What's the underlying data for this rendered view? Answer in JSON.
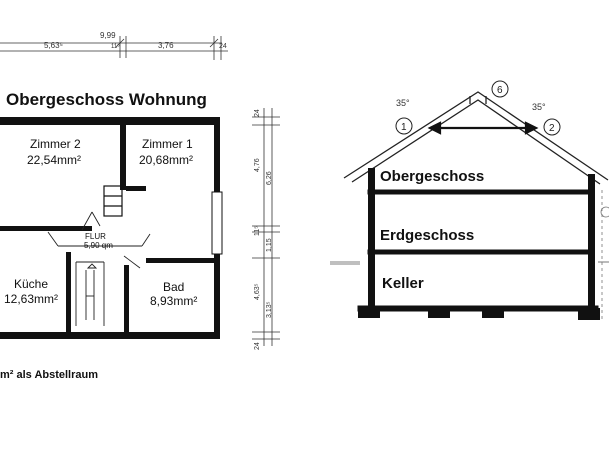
{
  "floorplan": {
    "title": "Obergeschoss Wohnung",
    "rooms": [
      {
        "name": "Zimmer 2",
        "area": "22,54mm²"
      },
      {
        "name": "Zimmer 1",
        "area": "20,68mm²"
      },
      {
        "name": "Küche",
        "area": "12,63mm²"
      },
      {
        "name": "Bad",
        "area": "8,93mm²"
      }
    ],
    "flur": {
      "name": "FLUR",
      "area": "5,90 qm"
    },
    "footnote": "m² als Abstellraum",
    "dims_top": {
      "total": "9,99",
      "a": "5,63⁵",
      "b": "11⁵",
      "c": "3,76",
      "d": "24"
    },
    "dims_right": [
      "24",
      "4,76",
      "6,26",
      "11⁵",
      "1,15",
      "4,63⁵",
      "3,13⁵",
      "24"
    ]
  },
  "section": {
    "floors": [
      "Obergeschoss",
      "Erdgeschoss",
      "Keller"
    ],
    "angles": [
      "35°",
      "35°"
    ],
    "markers": [
      "1",
      "6",
      "2"
    ]
  }
}
